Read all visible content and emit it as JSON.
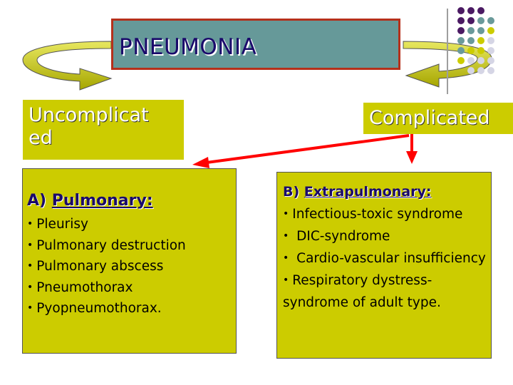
{
  "title": "PNEUMONIA",
  "branches": {
    "left": "Uncomplicated",
    "right": "Complicated"
  },
  "panel_a": {
    "prefix": "A)",
    "heading": "Pulmonary:",
    "items": [
      "Pleurisy",
      "Pulmonary destruction",
      "Pulmonary abscess",
      "Pneumothorax",
      "Pyopneumothorax."
    ]
  },
  "panel_b": {
    "prefix": "B)",
    "heading": "Extrapulmonary:",
    "items": [
      "Infectious-toxic syndrome",
      "DIC-syndrome",
      "Cardio-vascular insufficiency",
      "Respiratory dystress-"
    ],
    "continuation": "syndrome of adult type."
  },
  "colors": {
    "title_fill": "#669999",
    "title_border": "#b5301b",
    "panel_fill": "#cccc00",
    "arrow_red": "#ff0000",
    "curved_arrow": "#cccc00",
    "dot_purple": "#4b1a63",
    "dot_teal": "#6a9a9a",
    "dot_olive": "#cccc00",
    "dot_lavender": "#d5d5e5"
  }
}
